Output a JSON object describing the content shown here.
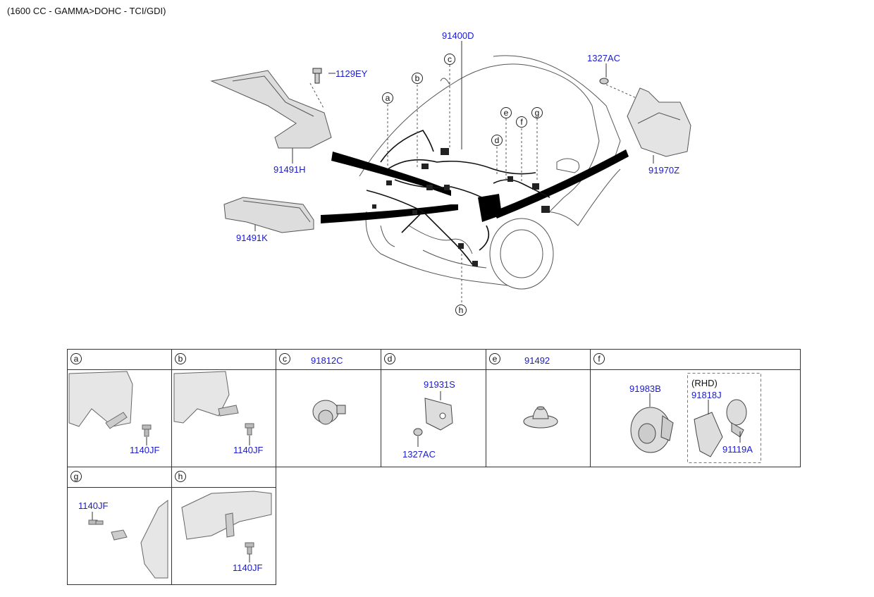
{
  "header": {
    "title": "(1600 CC - GAMMA>DOHC - TCI/GDI)"
  },
  "main_parts": {
    "harness_main": "91400D",
    "bolt_top": "1129EY",
    "nut_top_right": "1327AC",
    "bracket_left_upper": "91491H",
    "bracket_left_lower": "91491K",
    "cover_right": "91970Z"
  },
  "callouts": [
    "a",
    "b",
    "c",
    "d",
    "e",
    "f",
    "g",
    "h"
  ],
  "table": {
    "a": {
      "letter": "a",
      "part": "1140JF"
    },
    "b": {
      "letter": "b",
      "part": "1140JF"
    },
    "c": {
      "letter": "c",
      "header_part": "91812C"
    },
    "d": {
      "letter": "d",
      "part_top": "91931S",
      "part_bottom": "1327AC"
    },
    "e": {
      "letter": "e",
      "header_part": "91492"
    },
    "f": {
      "letter": "f",
      "part_main": "91983B",
      "rhd_label": "(RHD)",
      "rhd_part_1": "91818J",
      "rhd_part_2": "91119A"
    },
    "g": {
      "letter": "g",
      "part": "1140JF"
    },
    "h": {
      "letter": "h",
      "part": "1140JF"
    }
  }
}
